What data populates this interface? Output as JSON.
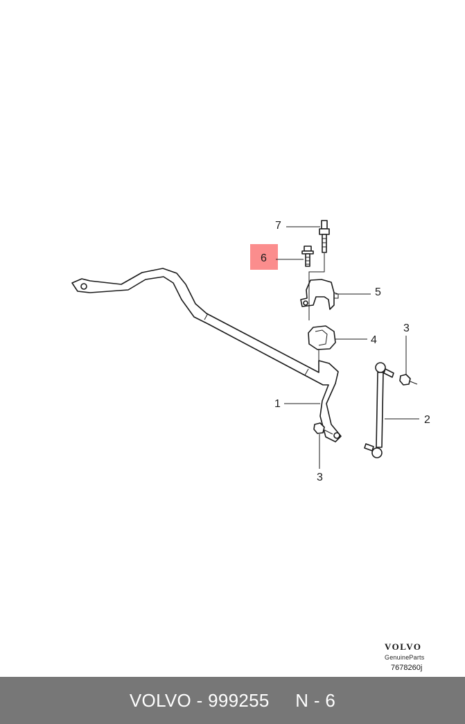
{
  "colors": {
    "highlight": "#fb8d8d",
    "footer_bg": "#777777",
    "footer_text": "#ffffff",
    "line": "#1a1a1a"
  },
  "callouts": {
    "c7": "7",
    "c6": "6",
    "c5": "5",
    "c4": "4",
    "c3_top": "3",
    "c2": "2",
    "c1": "1",
    "c3_bottom": "3"
  },
  "brand": {
    "logo": "VOLVO",
    "tagline": "GenuineParts",
    "ref_code": "7678260j"
  },
  "footer": {
    "text": "VOLVO - 999255     N - 6"
  }
}
